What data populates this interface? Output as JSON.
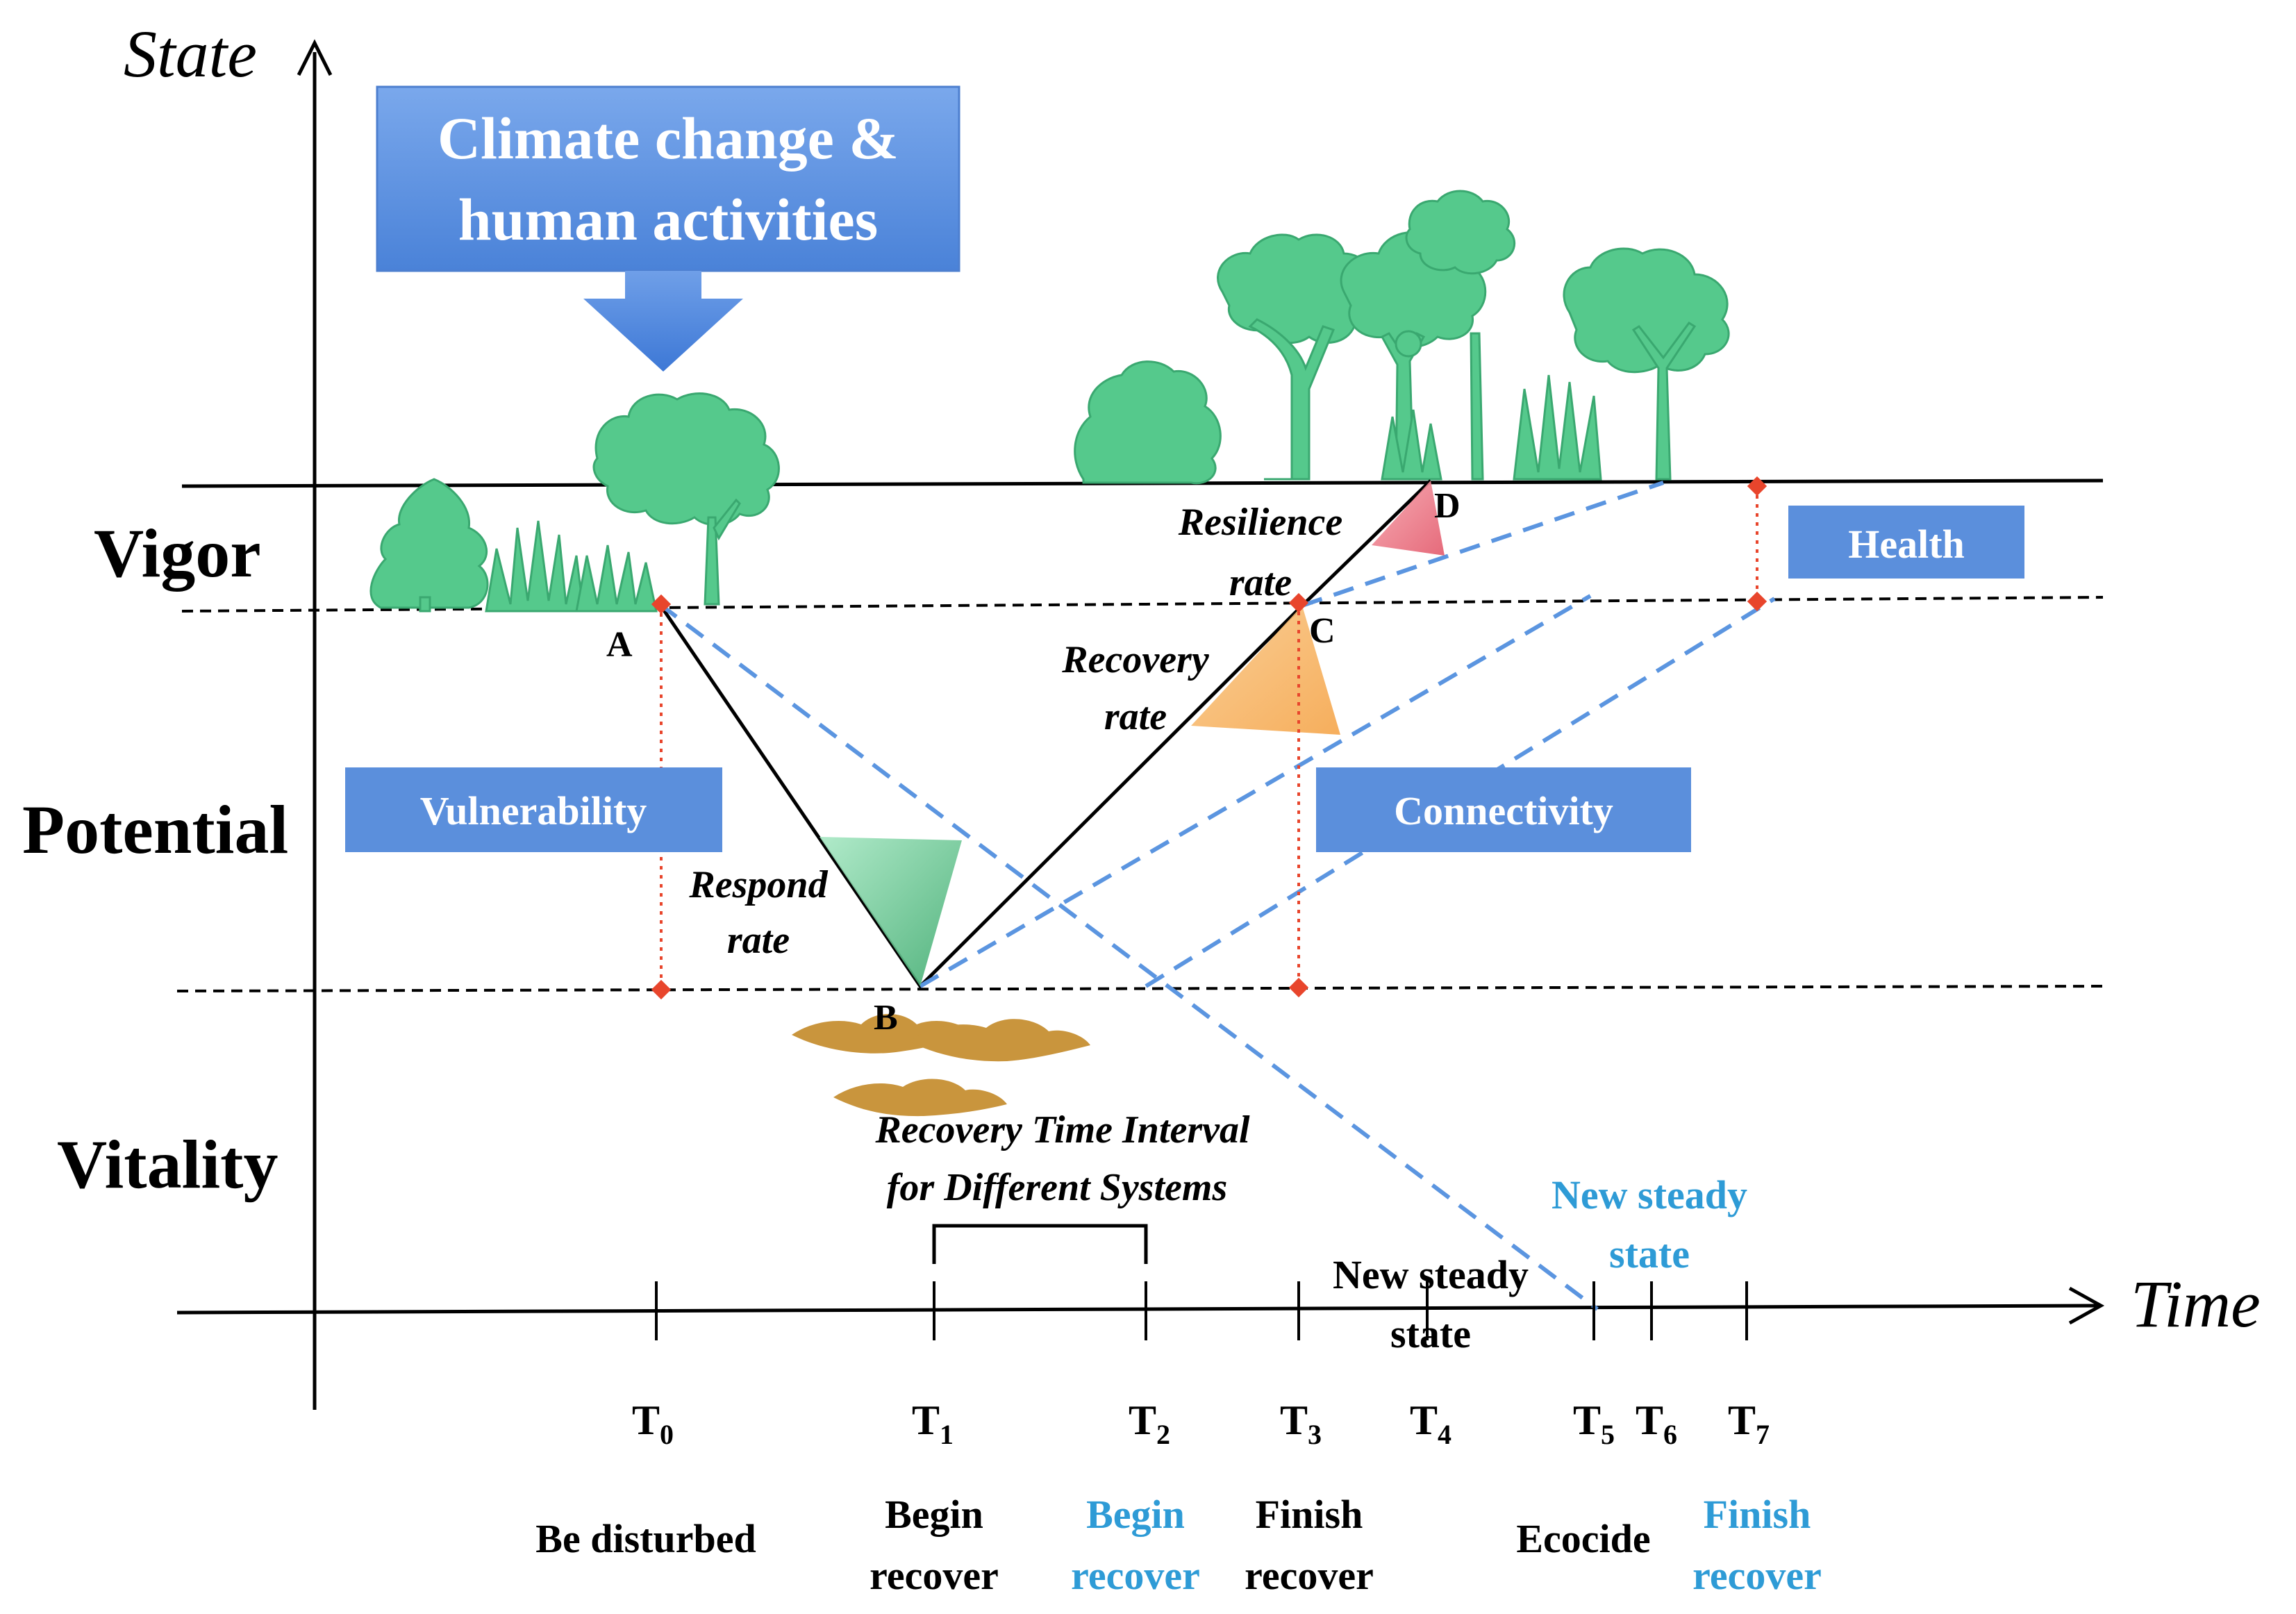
{
  "axes": {
    "y_title": "State",
    "x_title": "Time"
  },
  "levels": {
    "vigor": "Vigor",
    "potential": "Potential",
    "vitality": "Vitality"
  },
  "top_box": {
    "line1": "Climate change &",
    "line2": "human activities"
  },
  "boxes": {
    "health": "Health",
    "vulnerability": "Vulnerability",
    "connectivity": "Connectivity"
  },
  "rates": {
    "respond": [
      "Respond",
      "rate"
    ],
    "recovery": [
      "Recovery",
      "rate"
    ],
    "resilience": [
      "Resilience",
      "rate"
    ]
  },
  "points": {
    "A": "A",
    "B": "B",
    "C": "C",
    "D": "D"
  },
  "interval_label": {
    "line1": "Recovery Time Interval",
    "line2": "for Different Systems"
  },
  "steady_black": {
    "line1": "New steady",
    "line2": "state"
  },
  "steady_blue": {
    "line1": "New steady",
    "line2": "state"
  },
  "ticks": [
    {
      "label": "T",
      "sub": "0"
    },
    {
      "label": "T",
      "sub": "1"
    },
    {
      "label": "T",
      "sub": "2"
    },
    {
      "label": "T",
      "sub": "3"
    },
    {
      "label": "T",
      "sub": "4"
    },
    {
      "label": "T",
      "sub": "5"
    },
    {
      "label": "T",
      "sub": "6"
    },
    {
      "label": "T",
      "sub": "7"
    }
  ],
  "events": {
    "be_disturbed": "Be disturbed",
    "begin_recover_black": [
      "Begin",
      "recover"
    ],
    "begin_recover_blue": [
      "Begin",
      "recover"
    ],
    "finish_recover_black": [
      "Finish",
      "recover"
    ],
    "ecocide": "Ecocide",
    "finish_recover_blue": [
      "Finish",
      "recover"
    ]
  },
  "colors": {
    "blue_box": "#5b8fdc",
    "dashed_blue": "#5b95e0",
    "marker_red": "#e8452c",
    "tree_green": "#55c98c",
    "text_blue": "#2e9bd6",
    "grass_brown": "#c9953d"
  }
}
